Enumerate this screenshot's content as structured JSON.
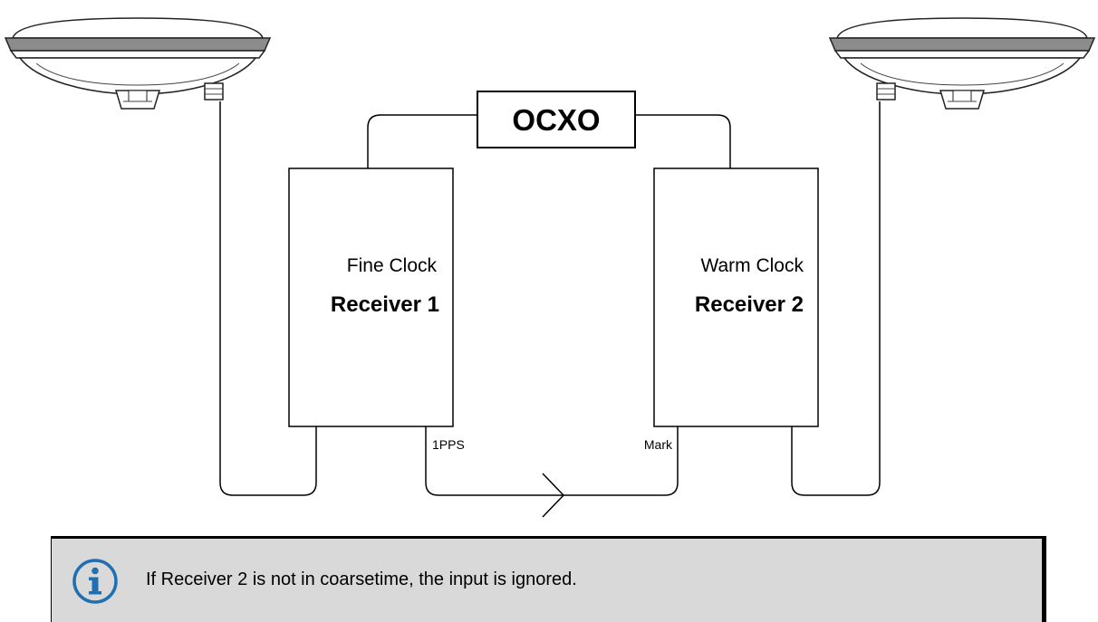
{
  "diagram": {
    "ocxo_label": "OCXO",
    "receiver1": {
      "subtitle": "Fine Clock",
      "title": "Receiver 1",
      "port_label": "1PPS"
    },
    "receiver2": {
      "subtitle": "Warm Clock",
      "title": "Receiver 2",
      "port_label": "Mark"
    }
  },
  "note": {
    "icon": "info-icon",
    "icon_color": "#1f6fb2",
    "text": "If Receiver 2 is not in coarsetime, the input is ignored."
  }
}
